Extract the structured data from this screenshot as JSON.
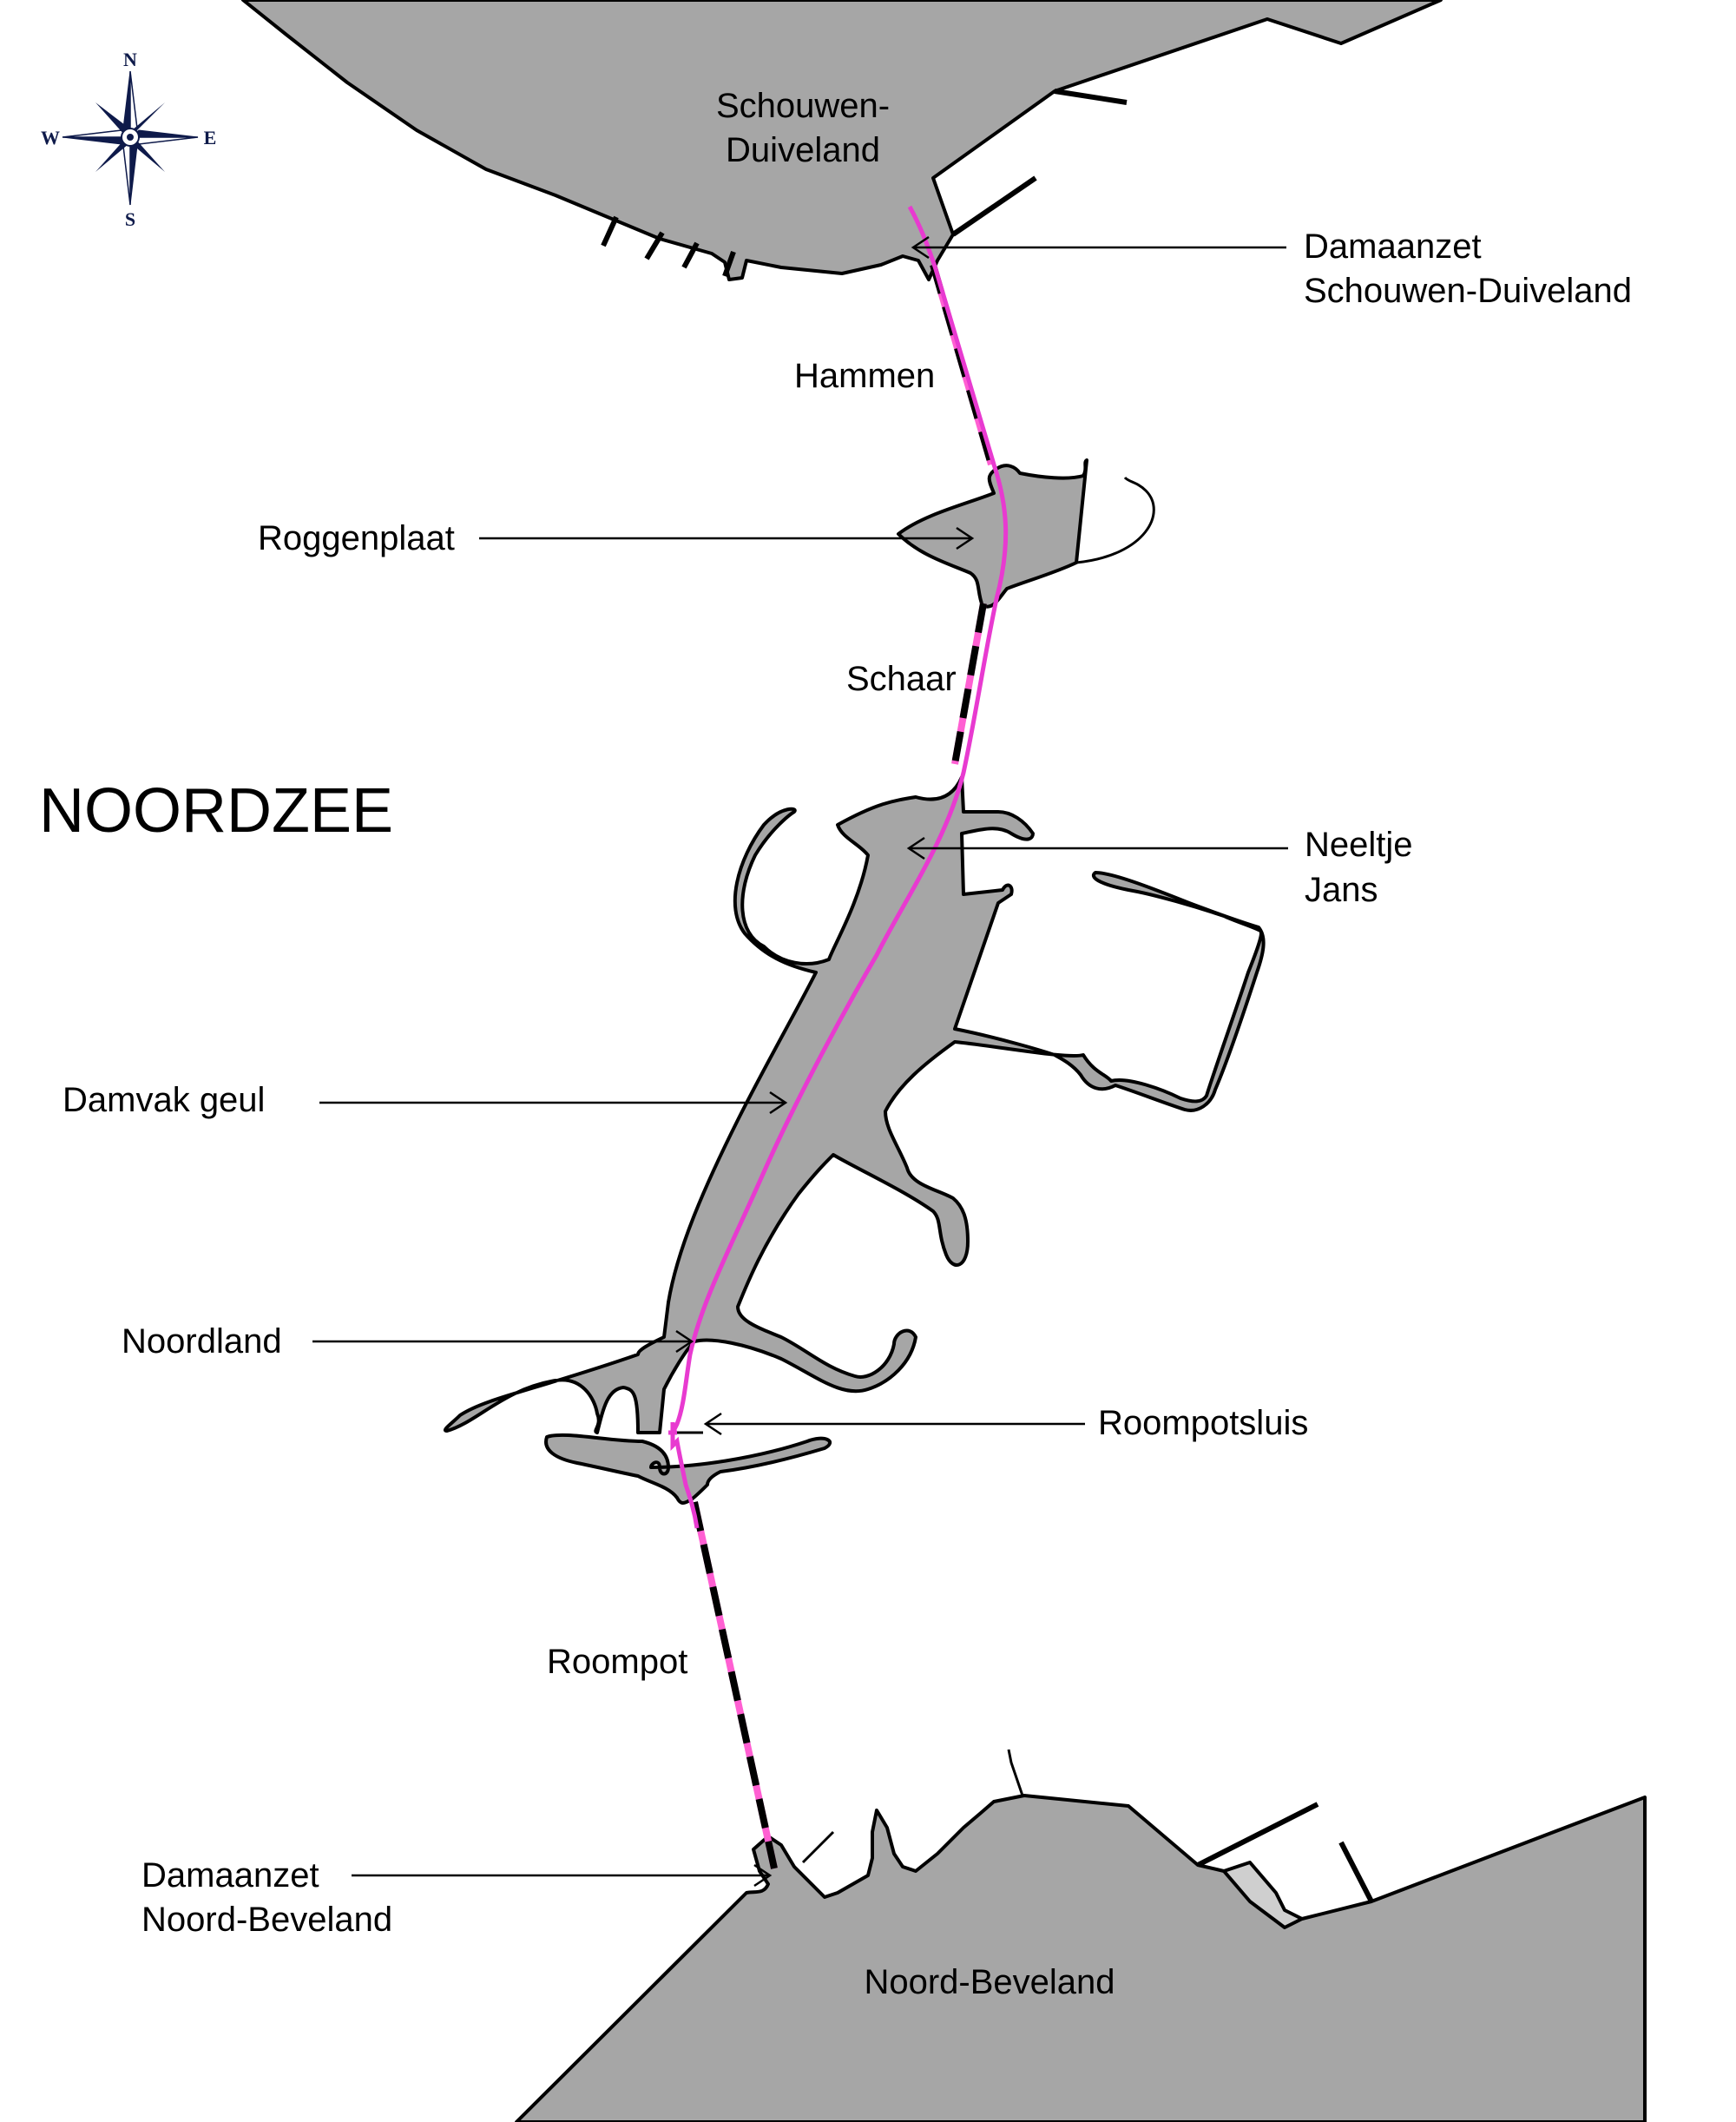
{
  "sea_label": "NOORDZEE",
  "islands": {
    "schouwen_line1": "Schouwen-",
    "schouwen_line2": "Duiveland",
    "noord_beveland": "Noord-Beveland"
  },
  "callouts": {
    "damaanzet_sd_line1": "Damaanzet",
    "damaanzet_sd_line2": "Schouwen-Duiveland",
    "hammen": "Hammen",
    "roggenplaat": "Roggenplaat",
    "schaar": "Schaar",
    "neeltje_line1": "Neeltje",
    "neeltje_line2": "Jans",
    "damvak_geul": "Damvak geul",
    "noordland": "Noordland",
    "roompotsluis": "Roompotsluis",
    "roompot": "Roompot",
    "damaanzet_nb_line1": "Damaanzet",
    "damaanzet_nb_line2": "Noord-Beveland"
  },
  "compass": {
    "n": "N",
    "e": "E",
    "s": "S",
    "w": "W"
  },
  "colors": {
    "land": "#a6a6a6",
    "route": "#e83ad0",
    "dam_pink": "#ff5fd2",
    "compass": "#0e1a4a"
  }
}
